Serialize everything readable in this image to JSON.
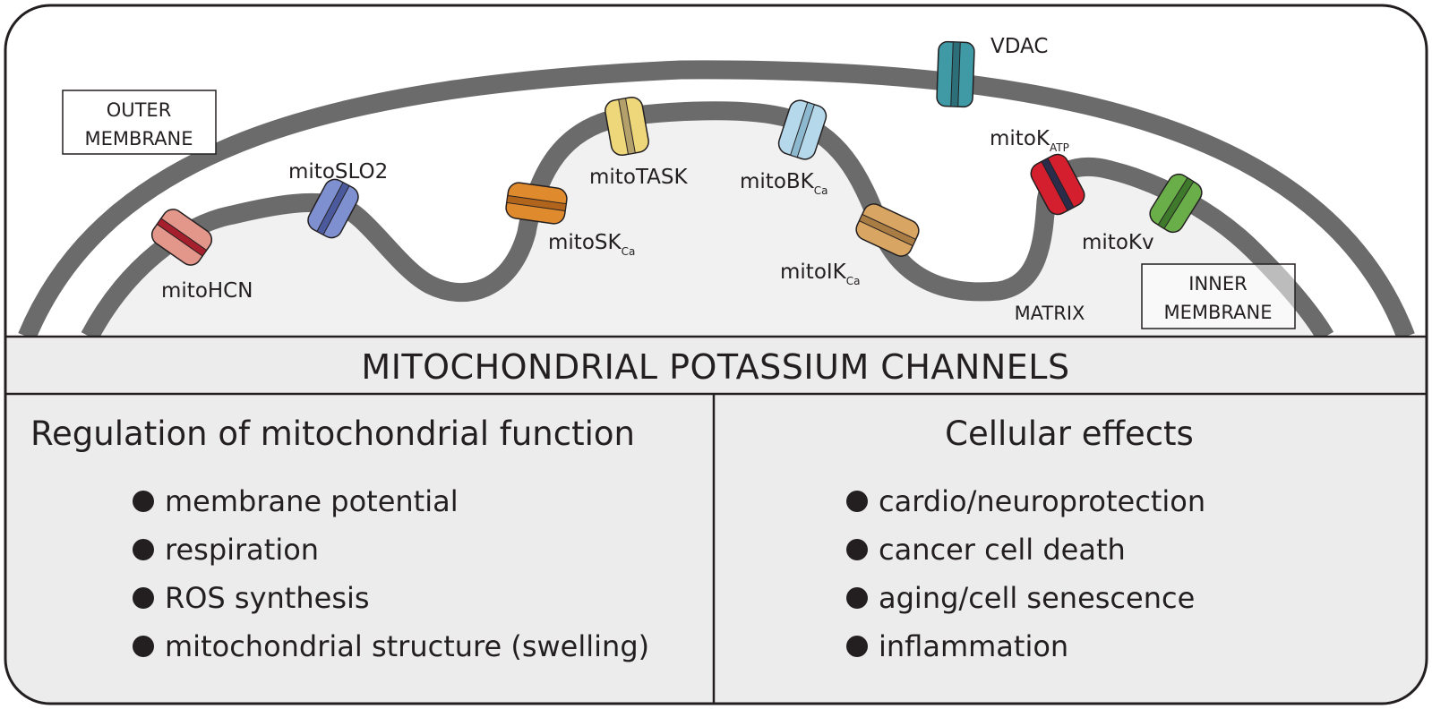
{
  "labels": {
    "outer_membrane": [
      "OUTER",
      "MEMBRANE"
    ],
    "inner_membrane": [
      "INNER",
      "MEMBRANE"
    ],
    "matrix": "MATRIX"
  },
  "channels": [
    {
      "id": "vdac",
      "name": "VDAC",
      "sub": "",
      "color": "#3f9aa6"
    },
    {
      "id": "hcn",
      "name": "mitoHCN",
      "sub": "",
      "color": "#e3968a"
    },
    {
      "id": "slo2",
      "name": "mitoSLO2",
      "sub": "",
      "color": "#7f90d0"
    },
    {
      "id": "sk",
      "name": "mitoSK",
      "sub": "Ca",
      "color": "#e08a2e"
    },
    {
      "id": "task",
      "name": "mitoTASK",
      "sub": "",
      "color": "#eed77a"
    },
    {
      "id": "bk",
      "name": "mitoBK",
      "sub": "Ca",
      "color": "#b5d8ea"
    },
    {
      "id": "ik",
      "name": "mitoIK",
      "sub": "Ca",
      "color": "#d8a563"
    },
    {
      "id": "katp",
      "name": "mitoK",
      "sub": "ATP",
      "color": "#d41f2e"
    },
    {
      "id": "kv",
      "name": "mitoKv",
      "sub": "",
      "color": "#6aae4a"
    }
  ],
  "title": "MITOCHONDRIAL POTASSIUM CHANNELS",
  "left_panel": {
    "heading": "Regulation of mitochondrial function",
    "items": [
      "membrane potential",
      "respiration",
      "ROS synthesis",
      "mitochondrial structure (swelling)"
    ]
  },
  "right_panel": {
    "heading": "Cellular effects",
    "items": [
      "cardio/neuroprotection",
      "cancer cell death",
      "aging/cell senescence",
      "inflammation"
    ]
  },
  "colors": {
    "membrane": "#6b6b6b",
    "panel_fill": "#ececec",
    "matrix_fill": "#f1f1f1",
    "outline": "#231f20"
  }
}
